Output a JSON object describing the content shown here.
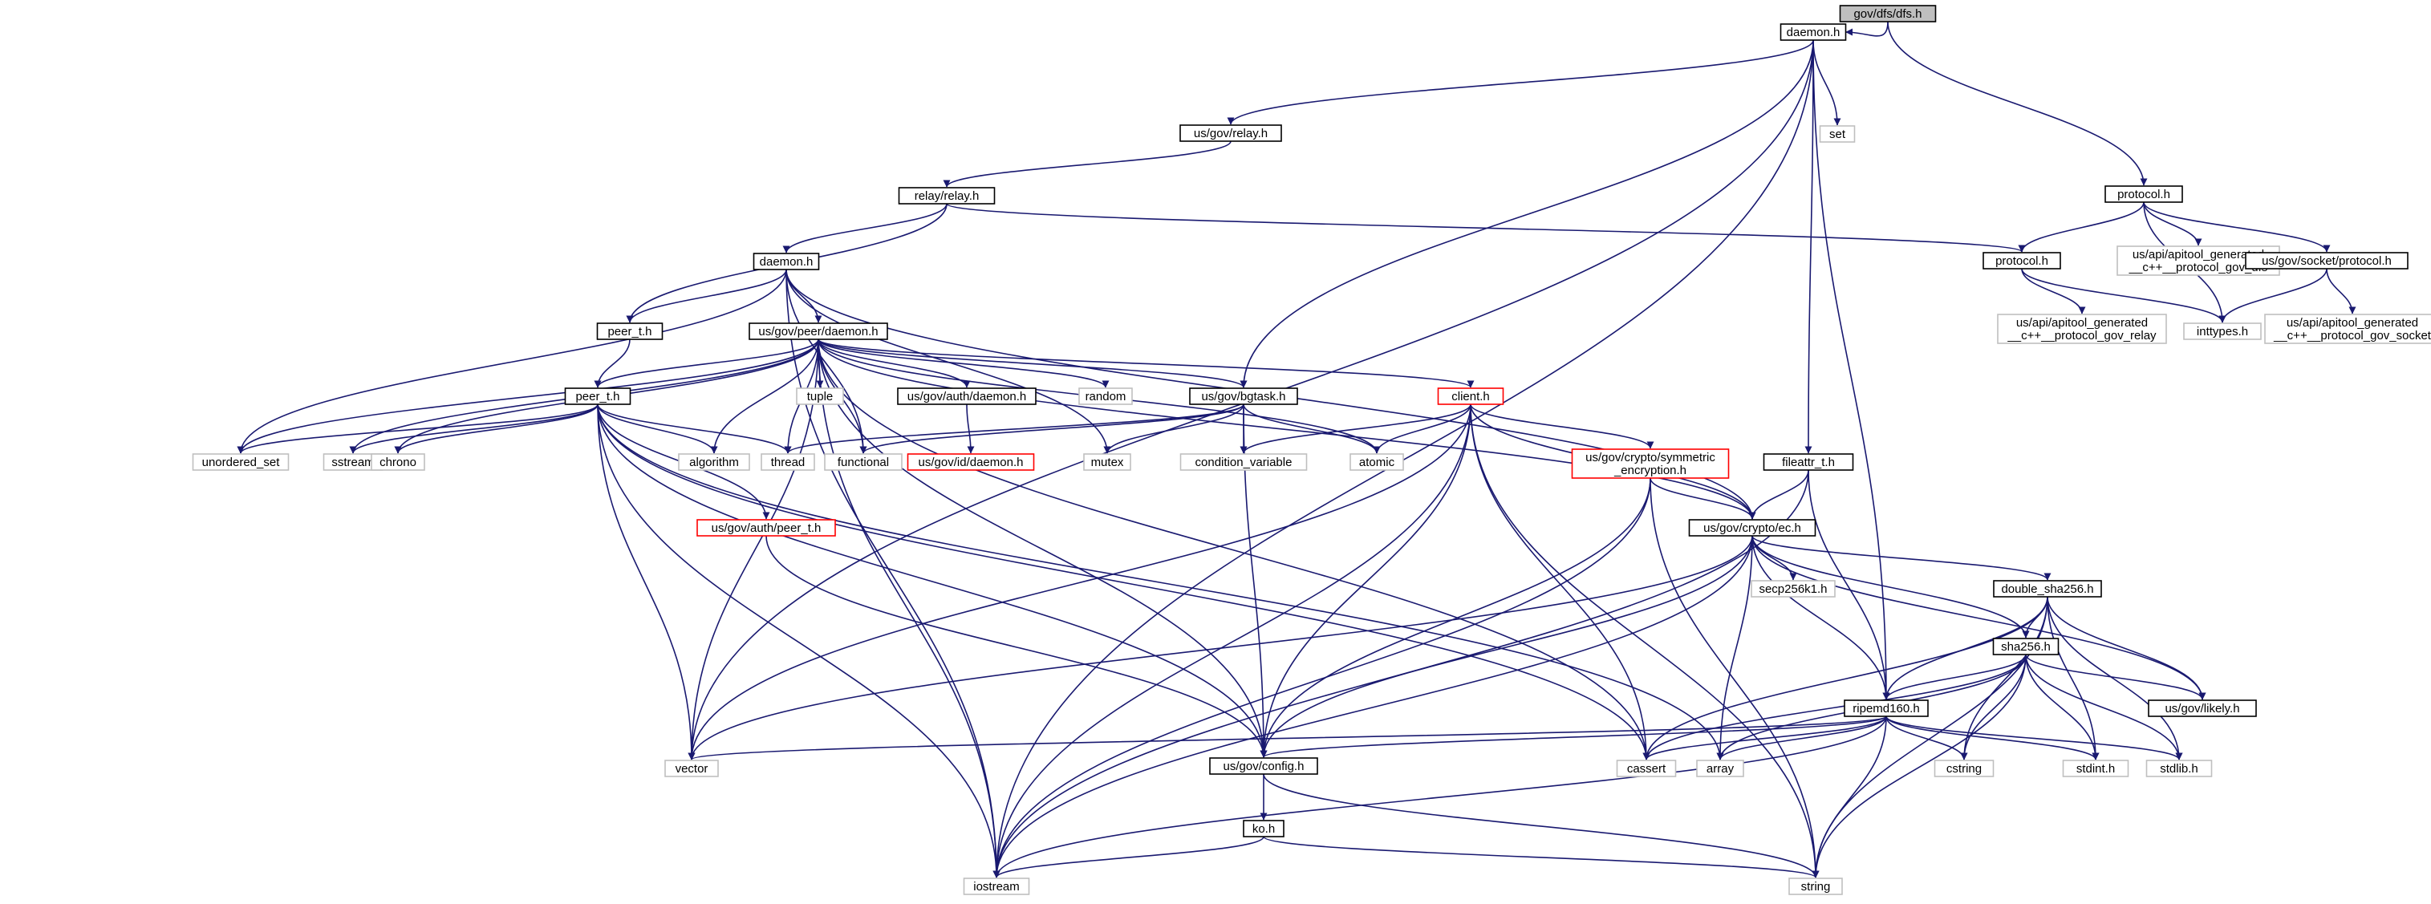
{
  "graph": {
    "nodes": [
      {
        "id": "n_root",
        "label": "gov/dfs/dfs.h",
        "kind": "root"
      },
      {
        "id": "n_daemon1",
        "label": "daemon.h",
        "kind": "doc"
      },
      {
        "id": "n_protocol1",
        "label": "protocol.h",
        "kind": "doc"
      },
      {
        "id": "n_set",
        "label": "set",
        "kind": "ext"
      },
      {
        "id": "n_relay_gov",
        "label": "us/gov/relay.h",
        "kind": "doc"
      },
      {
        "id": "n_relay",
        "label": "relay/relay.h",
        "kind": "doc"
      },
      {
        "id": "n_daemon2",
        "label": "daemon.h",
        "kind": "doc"
      },
      {
        "id": "n_protocol2",
        "label": "protocol.h",
        "kind": "doc"
      },
      {
        "id": "n_api_dfs",
        "label": [
          "us/api/apitool_generated",
          "__c++__protocol_gov_dfs"
        ],
        "kind": "ext"
      },
      {
        "id": "n_sock_proto",
        "label": "us/gov/socket/protocol.h",
        "kind": "doc"
      },
      {
        "id": "n_api_relay",
        "label": [
          "us/api/apitool_generated",
          "__c++__protocol_gov_relay"
        ],
        "kind": "ext"
      },
      {
        "id": "n_inttypes",
        "label": "inttypes.h",
        "kind": "ext"
      },
      {
        "id": "n_api_socket",
        "label": [
          "us/api/apitool_generated",
          "__c++__protocol_gov_socket"
        ],
        "kind": "ext"
      },
      {
        "id": "n_peer_t_a",
        "label": "peer_t.h",
        "kind": "doc"
      },
      {
        "id": "n_peer_daemon",
        "label": "us/gov/peer/daemon.h",
        "kind": "doc"
      },
      {
        "id": "n_peer_t_b",
        "label": "peer_t.h",
        "kind": "doc"
      },
      {
        "id": "n_unordered_set",
        "label": "unordered_set",
        "kind": "ext"
      },
      {
        "id": "n_sstream",
        "label": "sstream",
        "kind": "ext"
      },
      {
        "id": "n_chrono",
        "label": "chrono",
        "kind": "ext"
      },
      {
        "id": "n_algorithm",
        "label": "algorithm",
        "kind": "ext"
      },
      {
        "id": "n_thread",
        "label": "thread",
        "kind": "ext"
      },
      {
        "id": "n_tuple",
        "label": "tuple",
        "kind": "ext"
      },
      {
        "id": "n_functional",
        "label": "functional",
        "kind": "ext"
      },
      {
        "id": "n_auth_daemon",
        "label": "us/gov/auth/daemon.h",
        "kind": "doc"
      },
      {
        "id": "n_id_daemon",
        "label": "us/gov/id/daemon.h",
        "kind": "red"
      },
      {
        "id": "n_random",
        "label": "random",
        "kind": "ext"
      },
      {
        "id": "n_bgtask",
        "label": "us/gov/bgtask.h",
        "kind": "doc"
      },
      {
        "id": "n_mutex",
        "label": "mutex",
        "kind": "ext"
      },
      {
        "id": "n_condvar",
        "label": "condition_variable",
        "kind": "ext"
      },
      {
        "id": "n_atomic",
        "label": "atomic",
        "kind": "ext"
      },
      {
        "id": "n_client",
        "label": "client.h",
        "kind": "red"
      },
      {
        "id": "n_symenc",
        "label": [
          "us/gov/crypto/symmetric",
          "_encryption.h"
        ],
        "kind": "red"
      },
      {
        "id": "n_fileattr",
        "label": "fileattr_t.h",
        "kind": "doc"
      },
      {
        "id": "n_auth_peer",
        "label": "us/gov/auth/peer_t.h",
        "kind": "red"
      },
      {
        "id": "n_ec",
        "label": "us/gov/crypto/ec.h",
        "kind": "doc"
      },
      {
        "id": "n_secp",
        "label": "secp256k1.h",
        "kind": "ext"
      },
      {
        "id": "n_dsha",
        "label": "double_sha256.h",
        "kind": "doc"
      },
      {
        "id": "n_sha",
        "label": "sha256.h",
        "kind": "doc"
      },
      {
        "id": "n_likely",
        "label": "us/gov/likely.h",
        "kind": "doc"
      },
      {
        "id": "n_ripemd",
        "label": "ripemd160.h",
        "kind": "doc"
      },
      {
        "id": "n_vector",
        "label": "vector",
        "kind": "ext"
      },
      {
        "id": "n_config",
        "label": "us/gov/config.h",
        "kind": "doc"
      },
      {
        "id": "n_cassert",
        "label": "cassert",
        "kind": "ext"
      },
      {
        "id": "n_array",
        "label": "array",
        "kind": "ext"
      },
      {
        "id": "n_cstring",
        "label": "cstring",
        "kind": "ext"
      },
      {
        "id": "n_stdint",
        "label": "stdint.h",
        "kind": "ext"
      },
      {
        "id": "n_stdlib",
        "label": "stdlib.h",
        "kind": "ext"
      },
      {
        "id": "n_ko",
        "label": "ko.h",
        "kind": "doc"
      },
      {
        "id": "n_iostream",
        "label": "iostream",
        "kind": "ext"
      },
      {
        "id": "n_string",
        "label": "string",
        "kind": "ext"
      }
    ],
    "edges": [
      [
        "n_root",
        "n_daemon1"
      ],
      [
        "n_root",
        "n_protocol1"
      ],
      [
        "n_daemon1",
        "n_iostream"
      ],
      [
        "n_daemon1",
        "n_vector"
      ],
      [
        "n_daemon1",
        "n_relay_gov"
      ],
      [
        "n_daemon1",
        "n_set"
      ],
      [
        "n_daemon1",
        "n_bgtask"
      ],
      [
        "n_daemon1",
        "n_fileattr"
      ],
      [
        "n_daemon1",
        "n_ripemd"
      ],
      [
        "n_protocol1",
        "n_protocol2"
      ],
      [
        "n_protocol1",
        "n_api_dfs"
      ],
      [
        "n_protocol1",
        "n_inttypes"
      ],
      [
        "n_protocol1",
        "n_sock_proto"
      ],
      [
        "n_relay_gov",
        "n_relay"
      ],
      [
        "n_relay",
        "n_peer_t_a"
      ],
      [
        "n_relay",
        "n_daemon2"
      ],
      [
        "n_relay",
        "n_protocol2"
      ],
      [
        "n_protocol2",
        "n_api_relay"
      ],
      [
        "n_protocol2",
        "n_inttypes"
      ],
      [
        "n_sock_proto",
        "n_inttypes"
      ],
      [
        "n_sock_proto",
        "n_api_socket"
      ],
      [
        "n_daemon2",
        "n_peer_t_a"
      ],
      [
        "n_daemon2",
        "n_peer_daemon"
      ],
      [
        "n_daemon2",
        "n_unordered_set"
      ],
      [
        "n_daemon2",
        "n_iostream"
      ],
      [
        "n_daemon2",
        "n_functional"
      ],
      [
        "n_daemon2",
        "n_mutex"
      ],
      [
        "n_daemon2",
        "n_ec"
      ],
      [
        "n_peer_t_a",
        "n_peer_t_b"
      ],
      [
        "n_peer_daemon",
        "n_peer_t_b"
      ],
      [
        "n_peer_daemon",
        "n_unordered_set"
      ],
      [
        "n_peer_daemon",
        "n_sstream"
      ],
      [
        "n_peer_daemon",
        "n_chrono"
      ],
      [
        "n_peer_daemon",
        "n_algorithm"
      ],
      [
        "n_peer_daemon",
        "n_thread"
      ],
      [
        "n_peer_daemon",
        "n_tuple"
      ],
      [
        "n_peer_daemon",
        "n_functional"
      ],
      [
        "n_peer_daemon",
        "n_auth_daemon"
      ],
      [
        "n_peer_daemon",
        "n_random"
      ],
      [
        "n_peer_daemon",
        "n_bgtask"
      ],
      [
        "n_peer_daemon",
        "n_client"
      ],
      [
        "n_peer_daemon",
        "n_atomic"
      ],
      [
        "n_peer_daemon",
        "n_vector"
      ],
      [
        "n_peer_daemon",
        "n_iostream"
      ],
      [
        "n_peer_daemon",
        "n_config"
      ],
      [
        "n_peer_daemon",
        "n_cassert"
      ],
      [
        "n_peer_daemon",
        "n_ec"
      ],
      [
        "n_auth_daemon",
        "n_id_daemon"
      ],
      [
        "n_peer_t_b",
        "n_unordered_set"
      ],
      [
        "n_peer_t_b",
        "n_sstream"
      ],
      [
        "n_peer_t_b",
        "n_chrono"
      ],
      [
        "n_peer_t_b",
        "n_algorithm"
      ],
      [
        "n_peer_t_b",
        "n_thread"
      ],
      [
        "n_peer_t_b",
        "n_auth_peer"
      ],
      [
        "n_peer_t_b",
        "n_vector"
      ],
      [
        "n_peer_t_b",
        "n_iostream"
      ],
      [
        "n_peer_t_b",
        "n_config"
      ],
      [
        "n_peer_t_b",
        "n_cassert"
      ],
      [
        "n_peer_t_b",
        "n_array"
      ],
      [
        "n_auth_peer",
        "n_config"
      ],
      [
        "n_bgtask",
        "n_thread"
      ],
      [
        "n_bgtask",
        "n_functional"
      ],
      [
        "n_bgtask",
        "n_mutex"
      ],
      [
        "n_bgtask",
        "n_condvar"
      ],
      [
        "n_bgtask",
        "n_atomic"
      ],
      [
        "n_bgtask",
        "n_config"
      ],
      [
        "n_client",
        "n_condvar"
      ],
      [
        "n_client",
        "n_atomic"
      ],
      [
        "n_client",
        "n_symenc"
      ],
      [
        "n_client",
        "n_ec"
      ],
      [
        "n_client",
        "n_vector"
      ],
      [
        "n_client",
        "n_iostream"
      ],
      [
        "n_client",
        "n_config"
      ],
      [
        "n_client",
        "n_cassert"
      ],
      [
        "n_client",
        "n_string"
      ],
      [
        "n_symenc",
        "n_ec"
      ],
      [
        "n_symenc",
        "n_iostream"
      ],
      [
        "n_symenc",
        "n_config"
      ],
      [
        "n_symenc",
        "n_string"
      ],
      [
        "n_fileattr",
        "n_ec"
      ],
      [
        "n_fileattr",
        "n_iostream"
      ],
      [
        "n_fileattr",
        "n_ripemd"
      ],
      [
        "n_ec",
        "n_secp"
      ],
      [
        "n_ec",
        "n_dsha"
      ],
      [
        "n_ec",
        "n_sha"
      ],
      [
        "n_ec",
        "n_likely"
      ],
      [
        "n_ec",
        "n_ripemd"
      ],
      [
        "n_ec",
        "n_vector"
      ],
      [
        "n_ec",
        "n_config"
      ],
      [
        "n_ec",
        "n_array"
      ],
      [
        "n_ec",
        "n_iostream"
      ],
      [
        "n_dsha",
        "n_sha"
      ],
      [
        "n_dsha",
        "n_likely"
      ],
      [
        "n_dsha",
        "n_ripemd"
      ],
      [
        "n_dsha",
        "n_cassert"
      ],
      [
        "n_dsha",
        "n_cstring"
      ],
      [
        "n_dsha",
        "n_stdint"
      ],
      [
        "n_dsha",
        "n_stdlib"
      ],
      [
        "n_dsha",
        "n_string"
      ],
      [
        "n_sha",
        "n_likely"
      ],
      [
        "n_sha",
        "n_ripemd"
      ],
      [
        "n_sha",
        "n_cassert"
      ],
      [
        "n_sha",
        "n_array"
      ],
      [
        "n_sha",
        "n_cstring"
      ],
      [
        "n_sha",
        "n_stdint"
      ],
      [
        "n_sha",
        "n_stdlib"
      ],
      [
        "n_sha",
        "n_string"
      ],
      [
        "n_ripemd",
        "n_vector"
      ],
      [
        "n_ripemd",
        "n_config"
      ],
      [
        "n_ripemd",
        "n_cassert"
      ],
      [
        "n_ripemd",
        "n_array"
      ],
      [
        "n_ripemd",
        "n_cstring"
      ],
      [
        "n_ripemd",
        "n_stdint"
      ],
      [
        "n_ripemd",
        "n_stdlib"
      ],
      [
        "n_ripemd",
        "n_iostream"
      ],
      [
        "n_ripemd",
        "n_string"
      ],
      [
        "n_config",
        "n_ko"
      ],
      [
        "n_config",
        "n_string"
      ],
      [
        "n_ko",
        "n_iostream"
      ],
      [
        "n_ko",
        "n_string"
      ]
    ]
  }
}
